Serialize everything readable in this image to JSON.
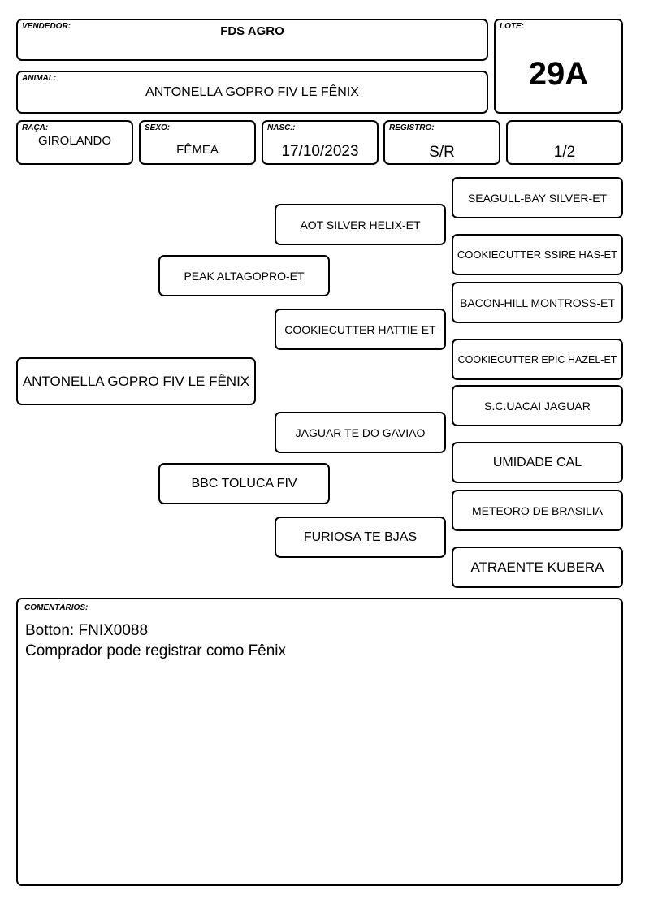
{
  "header": {
    "seller_label": "VENDEDOR:",
    "seller": "FDS AGRO",
    "lot_label": "LOTE:",
    "lot": "29A",
    "animal_label": "ANIMAL:",
    "animal": "ANTONELLA GOPRO FIV LE FÊNIX"
  },
  "info": {
    "breed_label": "RAÇA:",
    "breed": "GIROLANDO",
    "sex_label": "SEXO:",
    "sex": "FÊMEA",
    "birth_label": "NASC.:",
    "birth": "17/10/2023",
    "registry_label": "REGISTRO:",
    "registry": "S/R",
    "fraction": "1/2"
  },
  "pedigree": {
    "animal": "ANTONELLA GOPRO FIV LE FÊNIX",
    "sire": "PEAK ALTAGOPRO-ET",
    "dam": "BBC TOLUCA FIV",
    "sire_sire": "AOT SILVER HELIX-ET",
    "sire_dam": "COOKIECUTTER HATTIE-ET",
    "dam_sire": "JAGUAR TE DO GAVIAO",
    "dam_dam": "FURIOSA TE BJAS",
    "ggp": [
      "SEAGULL-BAY SILVER-ET",
      "COOKIECUTTER SSIRE HAS-ET",
      "BACON-HILL MONTROSS-ET",
      "COOKIECUTTER EPIC HAZEL-ET",
      "S.C.UACAI JAGUAR",
      "UMIDADE CAL",
      "METEORO DE BRASILIA",
      "ATRAENTE KUBERA"
    ]
  },
  "comments": {
    "label": "COMENTÁRIOS:",
    "text": "Botton: FNIX0088\nComprador pode registrar como Fênix"
  }
}
